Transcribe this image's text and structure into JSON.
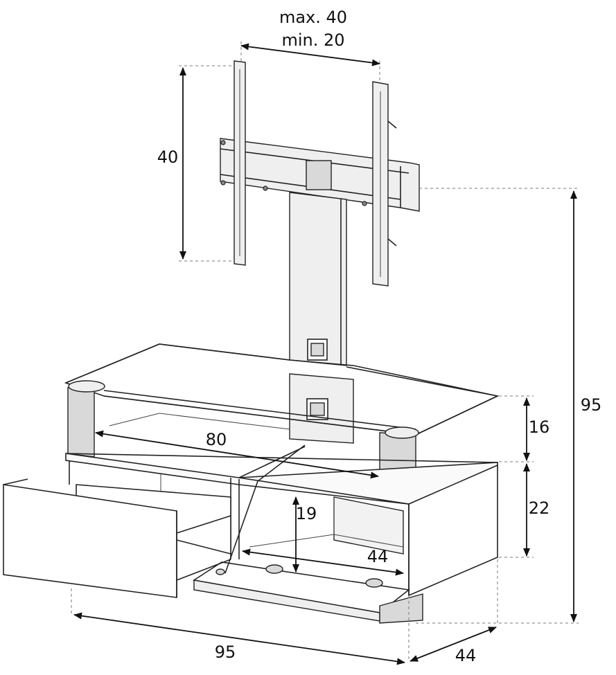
{
  "dimensions": {
    "bracket_spread_max": "max. 40",
    "bracket_spread_min": "min. 20",
    "bracket_height": "40",
    "total_height": "95",
    "glass_shelf_height": "16",
    "cabinet_height": "22",
    "inner_width": "80",
    "compartment_height": "19",
    "compartment_width": "44",
    "total_width": "95",
    "depth": "44"
  }
}
